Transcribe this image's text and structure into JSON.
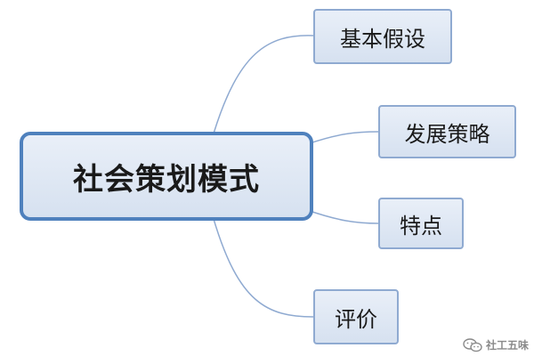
{
  "diagram": {
    "central_topic": "社会策划模式",
    "branches": [
      {
        "label": "基本假设"
      },
      {
        "label": "发展策略"
      },
      {
        "label": "特点"
      },
      {
        "label": "评价"
      }
    ],
    "connector_color": "#8faad1",
    "node_border_color": "#8faad1",
    "central_border_color": "#4f81bd",
    "node_fill_color": "#dbe5f1"
  },
  "watermark": {
    "icon": "wechat-icon",
    "text": "社工五味"
  }
}
